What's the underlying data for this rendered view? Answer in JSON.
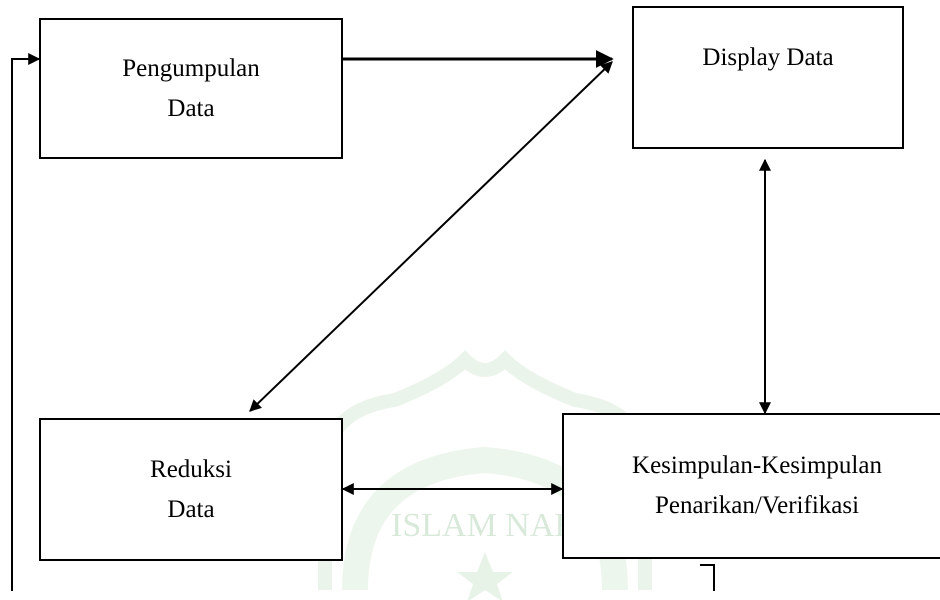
{
  "nodes": {
    "pengumpulan": {
      "line1": "Pengumpulan",
      "line2": "Data"
    },
    "display": {
      "line1": "Display Data"
    },
    "reduksi": {
      "line1": "Reduksi",
      "line2": "Data"
    },
    "kesimpulan": {
      "line1": "Kesimpulan-Kesimpulan",
      "line2": "Penarikan/Verifikasi"
    }
  },
  "watermark": {
    "text": "ISLAM NAH",
    "color": "#2e8b3a"
  },
  "colors": {
    "stroke": "#000000",
    "background": "#ffffff"
  }
}
